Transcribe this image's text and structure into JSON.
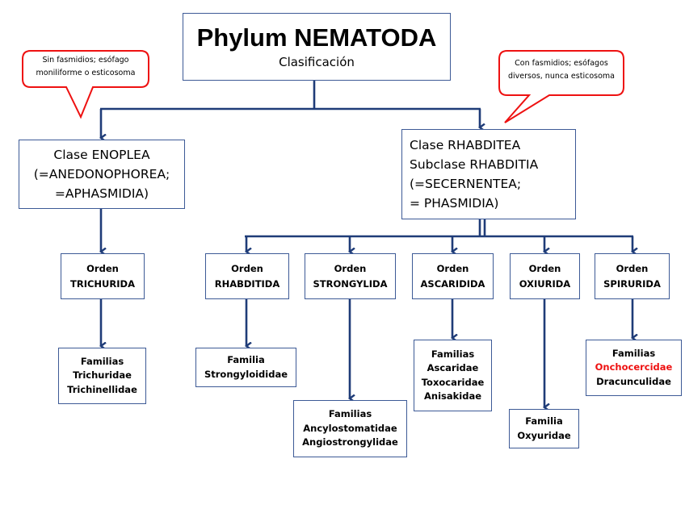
{
  "title": {
    "main": "Phylum NEMATODA",
    "subtitle": "Clasificación"
  },
  "callouts": {
    "left": [
      "Sin fasmidios; esófago",
      "moniliforme o esticosoma"
    ],
    "right": [
      "Con fasmidios; esófagos",
      "diversos, nunca esticosoma"
    ]
  },
  "classes": {
    "enoplea": [
      "Clase ENOPLEA",
      "(=ANEDONOPHOREA;",
      "=APHASMIDIA)"
    ],
    "rhabditea": [
      "Clase RHABDITEA",
      "Subclase RHABDITIA",
      "(=SECERNENTEA;",
      "= PHASMIDIA)"
    ]
  },
  "orders": {
    "trichurida": [
      "Orden",
      "TRICHURIDA"
    ],
    "rhabditida": [
      "Orden",
      "RHABDITIDA"
    ],
    "strongylida": [
      "Orden",
      "STRONGYLIDA"
    ],
    "ascaridida": [
      "Orden",
      "ASCARIDIDA"
    ],
    "oxiurida": [
      "Orden",
      "OXIURIDA"
    ],
    "spirurida": [
      "Orden",
      "SPIRURIDA"
    ]
  },
  "families": {
    "trichurida": [
      "Familias",
      "Trichuridae",
      "Trichinellidae"
    ],
    "rhabditida": [
      "Familia",
      "Strongyloididae"
    ],
    "strongylida": [
      "Familias",
      "Ancylostomatidae",
      "Angiostrongylidae"
    ],
    "ascaridida": [
      "Familias",
      "Ascaridae",
      "Toxocaridae",
      "Anisakidae"
    ],
    "oxiurida": [
      "Familia",
      "Oxyuridae"
    ],
    "spirurida": [
      "Familias",
      "Onchocercidae",
      "Dracunculidae"
    ]
  },
  "colors": {
    "connector": "#1f3c78",
    "box_border": "#3d5a96",
    "callout_border": "#ee1111",
    "highlight_text": "#ee1111"
  }
}
